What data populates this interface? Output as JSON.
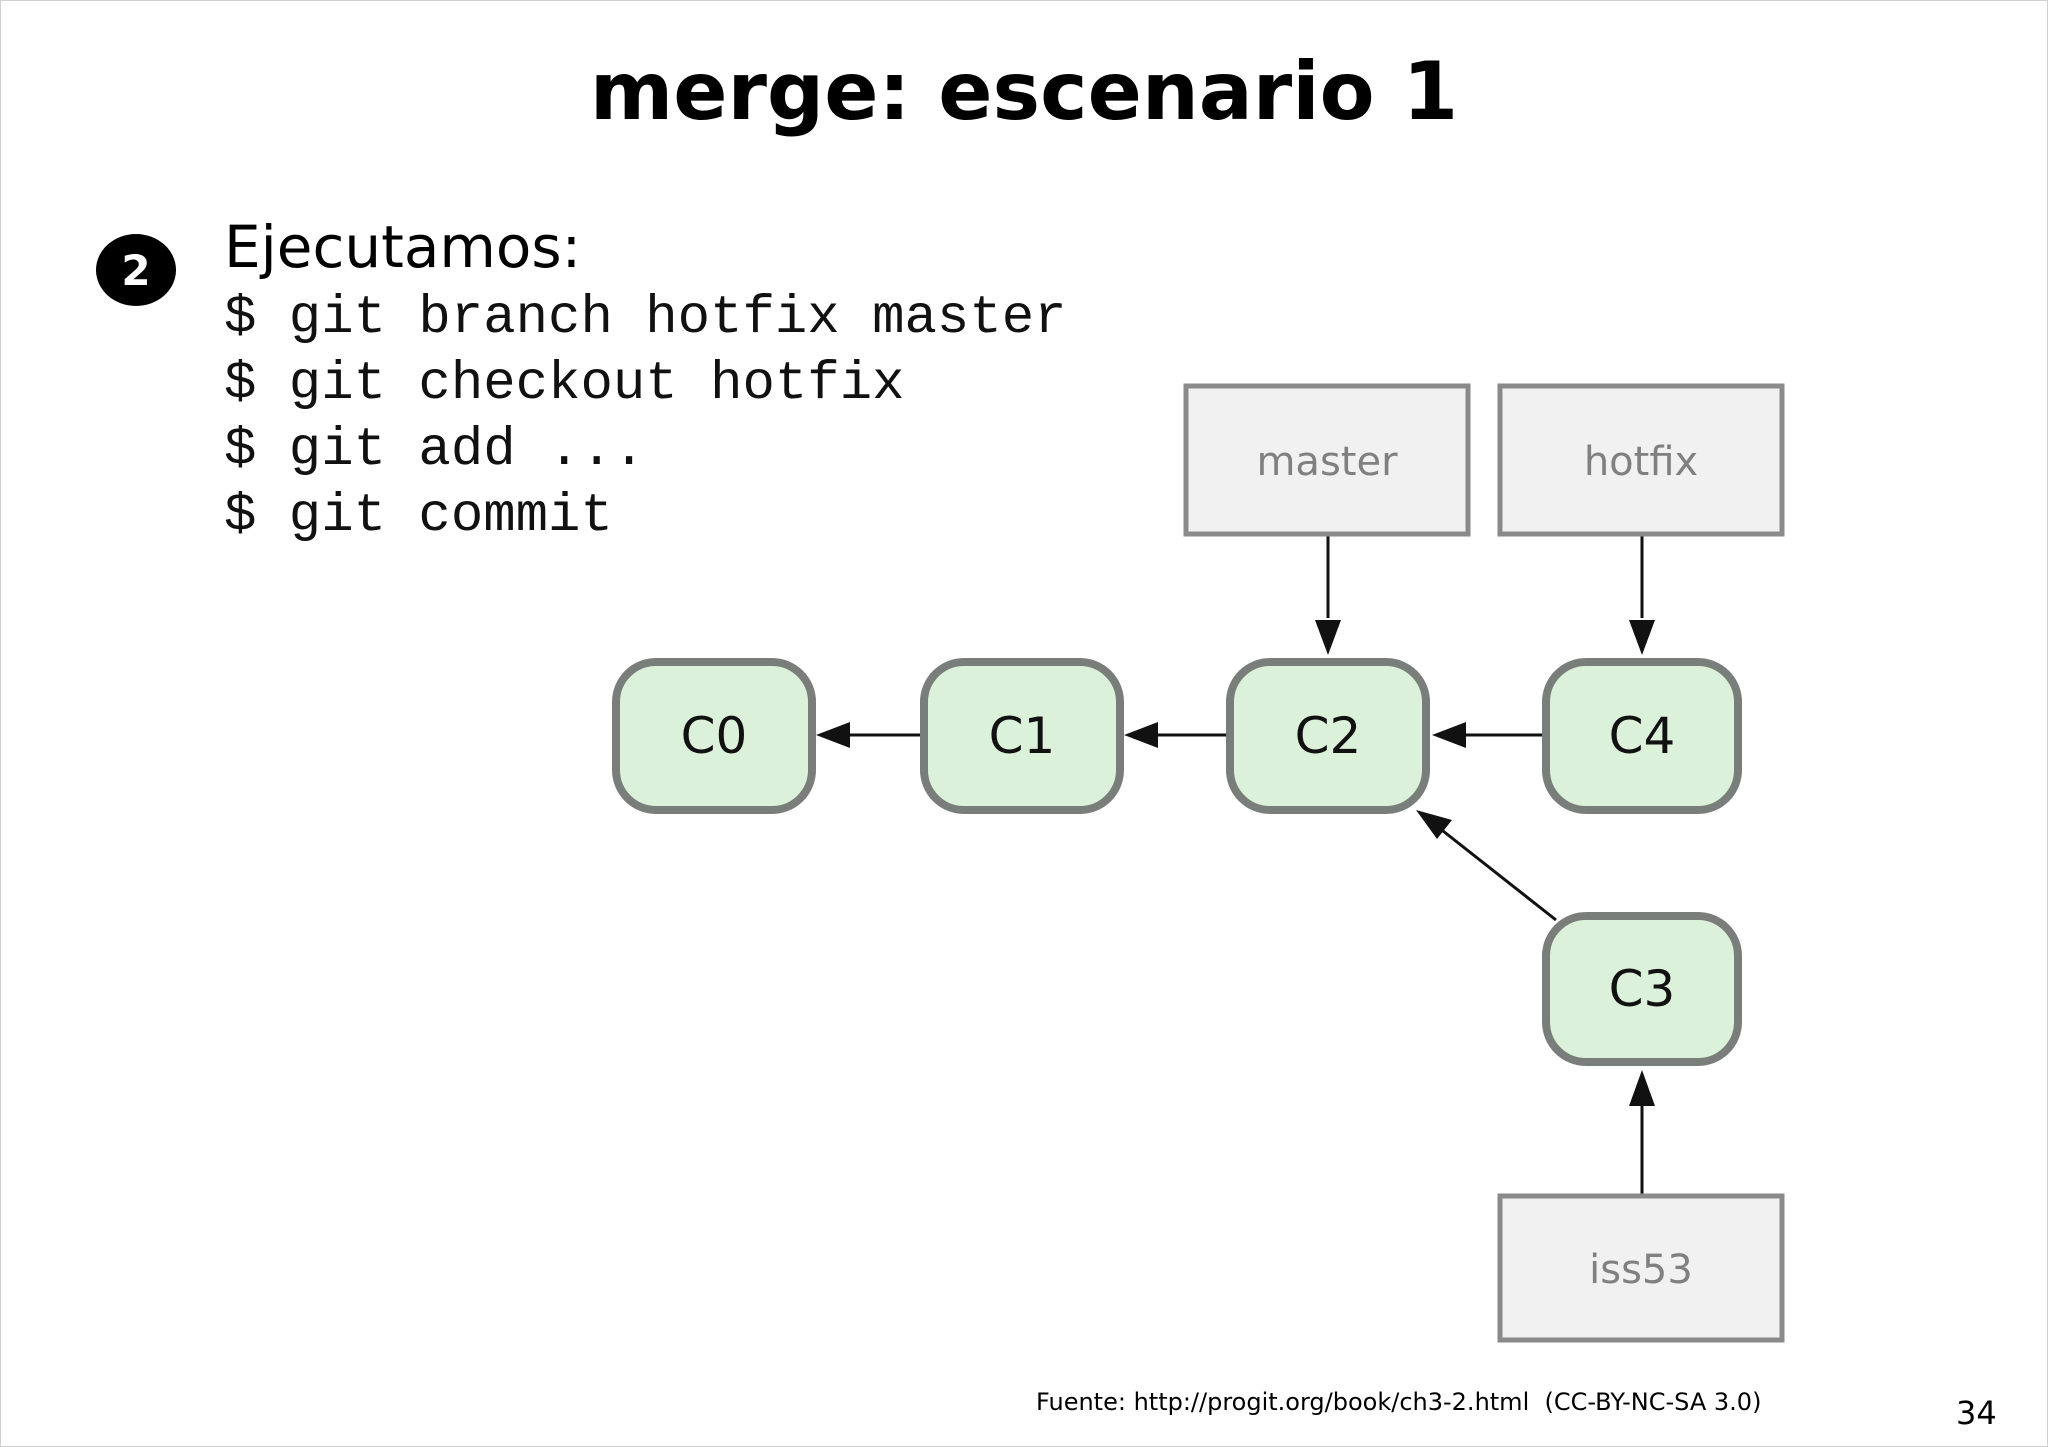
{
  "slide": {
    "title": "merge: escenario 1",
    "step_number": "2",
    "step_heading": "Ejecutamos:",
    "commands": [
      "$ git branch hotfix master",
      "$ git checkout hotfix",
      "$ git add ...",
      "$ git commit"
    ],
    "source": "Fuente: http://progit.org/book/ch3-2.html  (CC-BY-NC-SA 3.0)",
    "page_number": "34"
  },
  "diagram": {
    "commits": [
      {
        "id": "C0",
        "label": "C0"
      },
      {
        "id": "C1",
        "label": "C1"
      },
      {
        "id": "C2",
        "label": "C2"
      },
      {
        "id": "C4",
        "label": "C4"
      },
      {
        "id": "C3",
        "label": "C3"
      }
    ],
    "branches": [
      {
        "id": "master",
        "label": "master",
        "points_to": "C2"
      },
      {
        "id": "hotfix",
        "label": "hotfix",
        "points_to": "C4"
      },
      {
        "id": "iss53",
        "label": "iss53",
        "points_to": "C3"
      }
    ],
    "parent_links": [
      {
        "from": "C1",
        "to": "C0"
      },
      {
        "from": "C2",
        "to": "C1"
      },
      {
        "from": "C4",
        "to": "C2"
      },
      {
        "from": "C3",
        "to": "C2"
      }
    ],
    "colors": {
      "commit_fill": "#dcf1da",
      "commit_border": "#7a7e7a",
      "branch_fill": "#f1f1f1",
      "branch_border": "#8a8a8a",
      "branch_text": "#808080",
      "arrow": "#111111"
    }
  }
}
